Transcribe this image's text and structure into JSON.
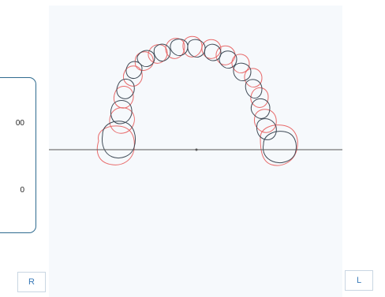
{
  "info_card": {
    "value_top": "00",
    "value_bottom": "0"
  },
  "side_buttons": {
    "right_label": "R",
    "left_label": "L"
  },
  "colors": {
    "upper_arch": "#e86a6a",
    "lower_arch": "#3f4a56",
    "midline": "#555555",
    "panel_border": "#2f6b8f",
    "accent": "#3a7ab8"
  },
  "icons": {
    "arch_viewer": "dental-arch-overlay"
  }
}
